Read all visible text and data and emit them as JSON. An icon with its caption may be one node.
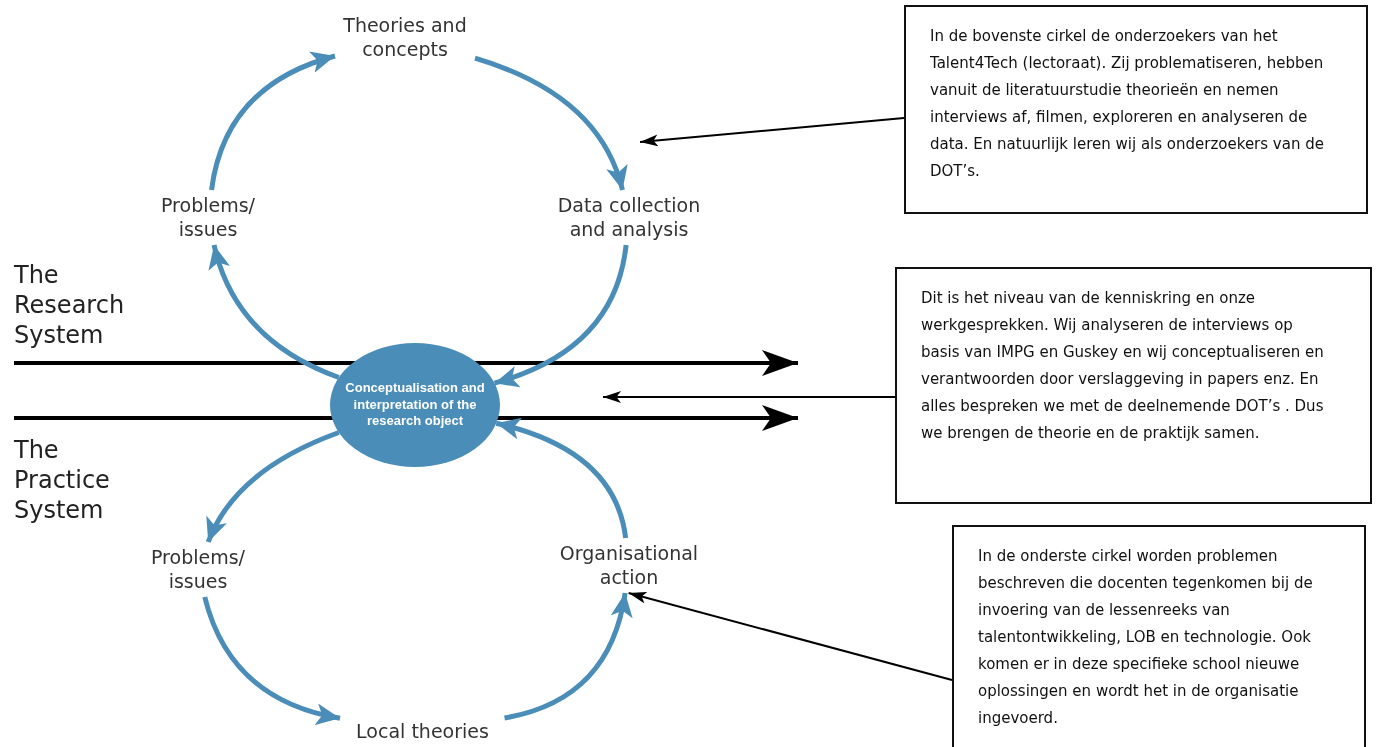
{
  "diagram": {
    "nodes": [
      {
        "text": [
          "Theories and concepts"
        ]
      },
      {
        "text": [
          "Data collection and analysis"
        ]
      },
      {
        "text": [
          "Conceptualisation and interpretation of the research object"
        ]
      },
      {
        "text": [
          "Problems/ issues"
        ]
      },
      {
        "text": [
          "Problems/ issues"
        ]
      },
      {
        "text": [
          "Local theories"
        ]
      },
      {
        "text": [
          "Organisational action"
        ]
      },
      {
        "text": [
          "In de bovenste cirkel de onderzoekers van het Talent4Tech (lectoraat). Zij problematiseren, hebben vanuit de literatuurstudie theorieën en nemen interviews af, filmen, exploreren en analyseren de data. En natuurlijk leren wij als onderzoekers van de DOT’s."
        ]
      },
      {
        "text": [
          "Dit is het niveau van de kenniskring en onze werkgesprekken. Wij analyseren de interviews op basis van IMPG en Guskey en wij conceptualiseren en verantwoorden door verslaggeving in papers enz. En alles bespreken we met de deelnemende DOT’s . Dus we brengen de theorie en de praktijk  samen."
        ]
      },
      {
        "text": [
          "In de onderste cirkel worden problemen beschreven die docenten tegenkomen bij de invoering van de lessenreeks van talentontwikkeling, LOB en technologie. Ook komen er in deze specifieke school nieuwe oplossingen en wordt het in de organisatie ingevoerd."
        ]
      }
    ],
    "edges": [
      {
        "from": 3,
        "to": 0,
        "arrow": "to"
      },
      {
        "from": 0,
        "to": 1,
        "arrow": "to"
      },
      {
        "from": 1,
        "to": 2,
        "arrow": "to"
      },
      {
        "from": 2,
        "to": 3,
        "arrow": "to"
      },
      {
        "from": 2,
        "to": 4,
        "arrow": "to"
      },
      {
        "from": 4,
        "to": 5,
        "arrow": "to"
      },
      {
        "from": 5,
        "to": 6,
        "arrow": "to"
      },
      {
        "from": 6,
        "to": 2,
        "arrow": "to"
      },
      {
        "from": 7,
        "to": null,
        "arrow": "to",
        "color": "#000000"
      },
      {
        "from": 8,
        "to": null,
        "arrow": "to",
        "color": "#000000"
      },
      {
        "from": 9,
        "to": 6,
        "arrow": "to",
        "color": "#000000"
      }
    ],
    "labels": [
      "The Research System",
      "The Practice System"
    ]
  }
}
